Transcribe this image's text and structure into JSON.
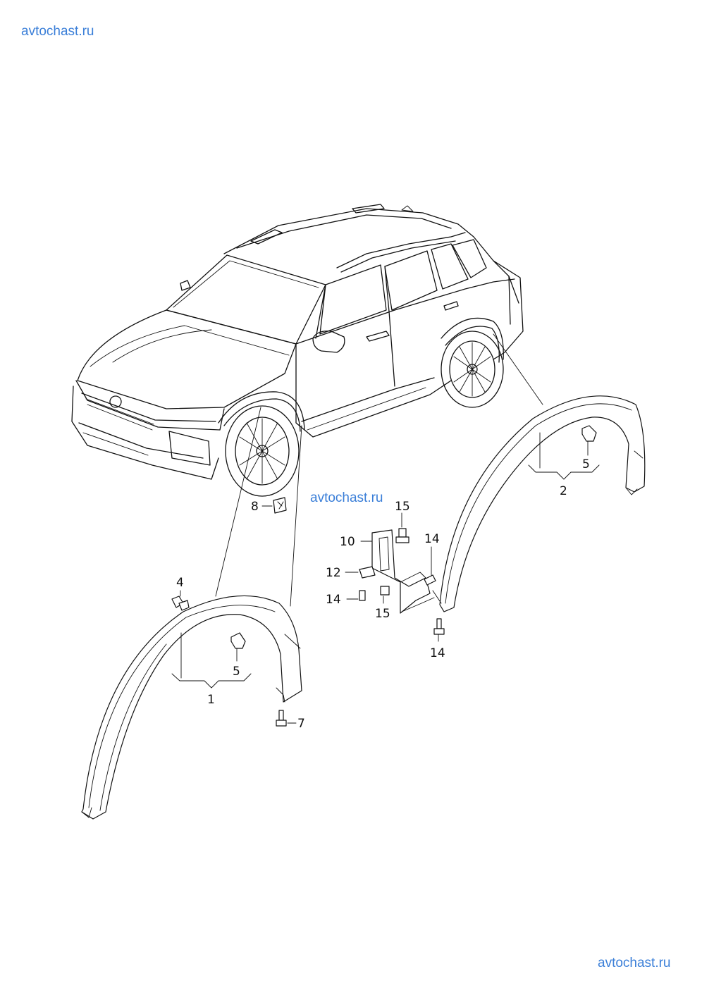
{
  "watermarks": {
    "top_left": "avtochast.ru",
    "center": "avtochast.ru",
    "bottom_right": "avtochast.ru"
  },
  "callouts": {
    "c1": "1",
    "c2": "2",
    "c4": "4",
    "c5a": "5",
    "c5b": "5",
    "c7": "7",
    "c8": "8",
    "c10": "10",
    "c12": "12",
    "c14a": "14",
    "c14b": "14",
    "c14c": "14",
    "c15a": "15",
    "c15b": "15"
  }
}
